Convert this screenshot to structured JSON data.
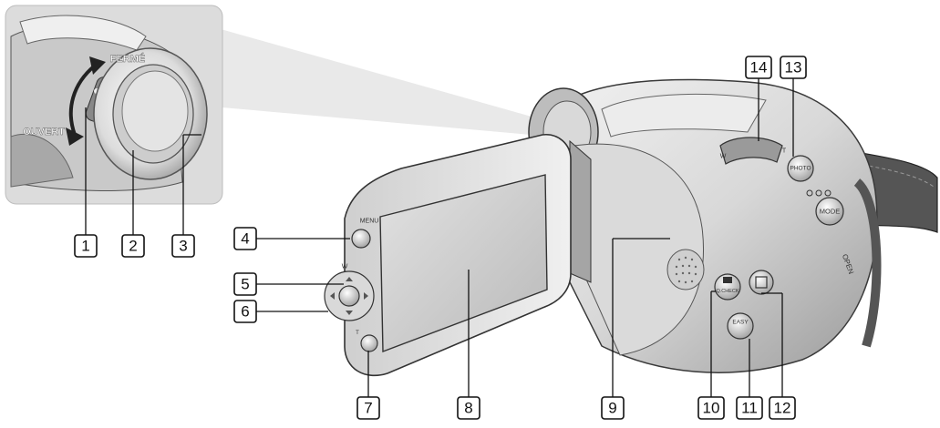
{
  "inset": {
    "close_label": "FERMÉ",
    "open_label": "OUVERT"
  },
  "body_labels": {
    "menu": "MENU",
    "w_on_dial": "W",
    "t_on_dial": "T",
    "photo": "PHOTO",
    "w_on_zoom": "W",
    "t_on_zoom": "T",
    "mode": "MODE",
    "open": "OPEN",
    "qcheck": "Q.CHECK",
    "easy": "EASY"
  },
  "callouts": [
    "1",
    "2",
    "3",
    "4",
    "5",
    "6",
    "7",
    "8",
    "9",
    "10",
    "11",
    "12",
    "13",
    "14"
  ],
  "colors": {
    "body_light": "#e6e6e6",
    "body_mid": "#bdbdbd",
    "body_dark": "#7a7a7a",
    "screen": "#d2d2d2",
    "outline": "#3a3a3a"
  }
}
